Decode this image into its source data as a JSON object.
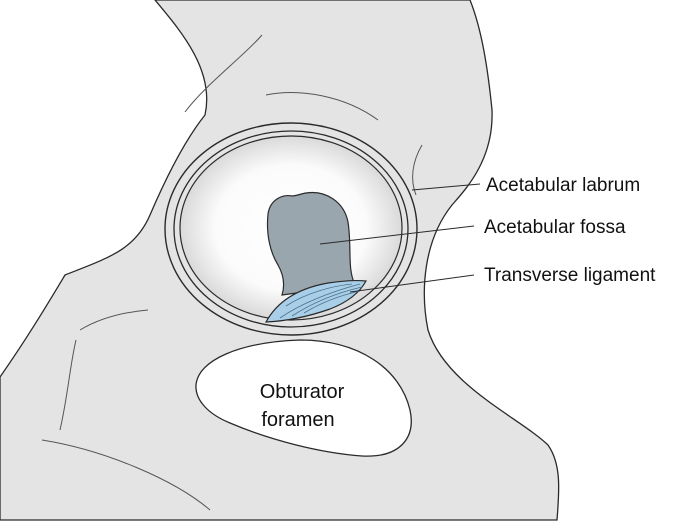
{
  "labels": {
    "acetabular_labrum": "Acetabular labrum",
    "acetabular_fossa": "Acetabular fossa",
    "transverse_ligament": "Transverse ligament",
    "obturator_line1": "Obturator",
    "obturator_line2": "foramen"
  },
  "colors": {
    "bone": "#e4e4e4",
    "outline": "#2a2a2a",
    "fossa": "#9aa6ae",
    "ligament": "#a9cfe8",
    "socket_center": "#ffffff",
    "socket_edge": "#c8c8c8",
    "foramen": "#ffffff"
  }
}
